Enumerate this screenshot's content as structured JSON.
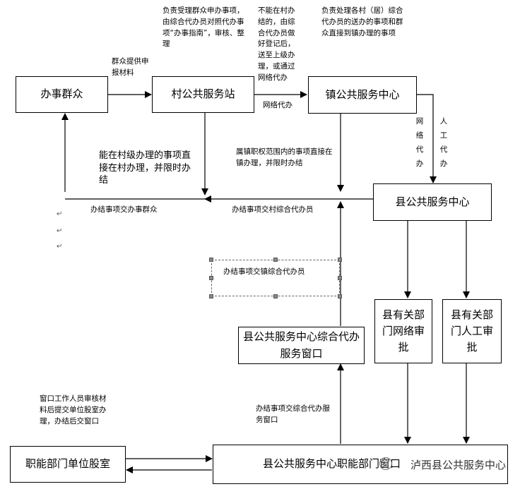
{
  "nodes": {
    "applicant": "办事群众",
    "village_station": "村公共服务站",
    "town_center": "镇公共服务中心",
    "county_center": "县公共服务中心",
    "county_dept_online": "县有关部门网络审批",
    "county_dept_manual": "县有关部门人工审批",
    "county_proxy_window": "县公共服务中心综合代办服务窗口",
    "county_center_bottom": "县公共服务中心职能部门窗口",
    "dept_office": "职能部门单位股室"
  },
  "notes": {
    "village_duty": "负责受理群众申办事项，由综合代办员对照代办事项“办事指南”，审核、整理",
    "not_doable": "不能在村办结的，由综合代办员做好登记后，送至上级办理，或通过网络代办",
    "town_duty": "负责处理各村（居）综合代办员的送办的事项和群众直接到镇办理的事项",
    "submit_materials": "群众提供申报材料",
    "village_direct": "能在村级办理的事项直接在村办理，并限时办结",
    "town_direct": "属镇职权范围内的事项直接在镇办理，并限时办结",
    "to_applicant": "办结事项交办事群众",
    "to_village_agent": "办结事项交村综合代办员",
    "to_town_agent": "办结事项交镇综合代办员",
    "to_county_window": "办结事项交综合代办服务窗口",
    "window_staff": "窗口工作人员审核材料后提交单位股室办理，办结后交窗口",
    "network_proxy_v": "网络代办",
    "manual_proxy_v": "人工代办",
    "network_proxy_h": "网络代办"
  },
  "watermark": "泸西县公共服务中心",
  "colors": {
    "line": "#000000",
    "box_border": "#000000",
    "background": "#ffffff"
  }
}
